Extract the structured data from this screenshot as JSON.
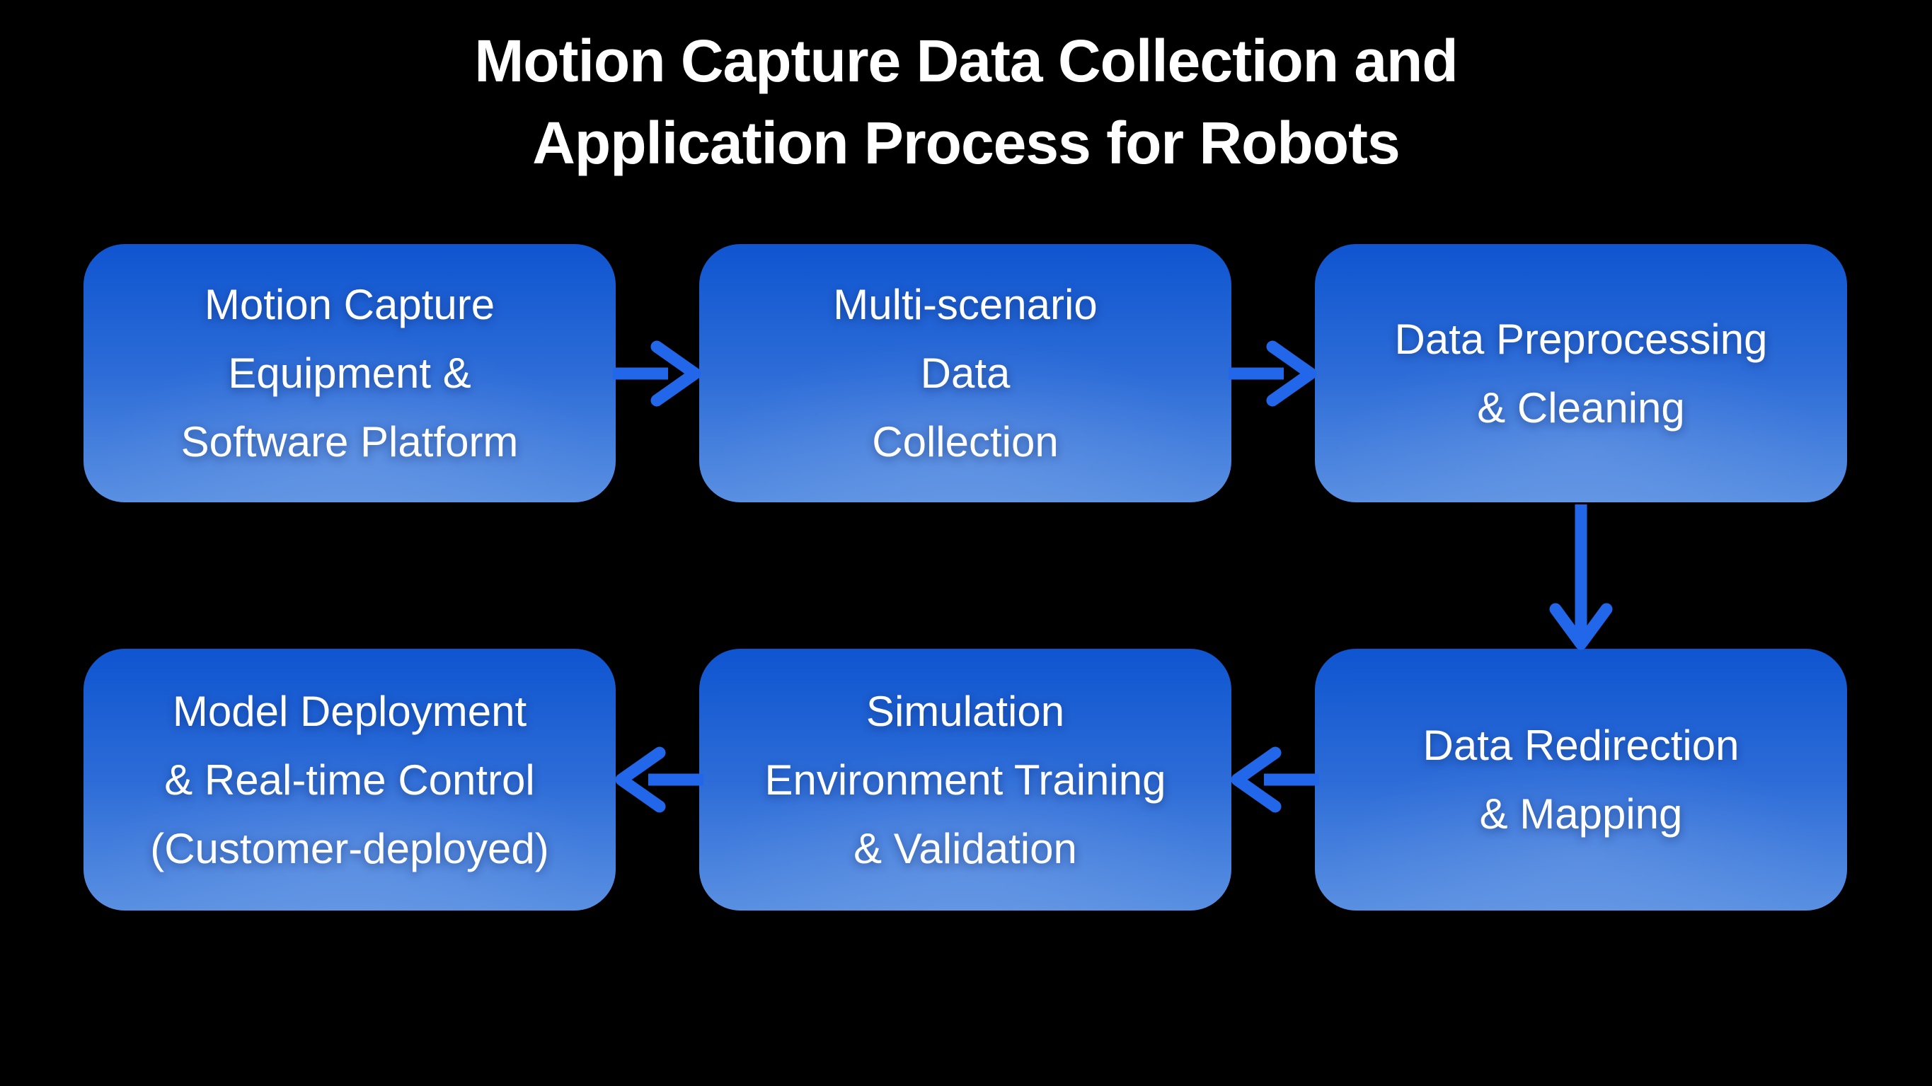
{
  "title": {
    "lines": [
      "Motion Capture Data Collection and",
      "Application Process for Robots"
    ]
  },
  "nodes": [
    {
      "id": "mocap-equipment-software",
      "lines": [
        "Motion Capture",
        "Equipment &",
        "Software Platform"
      ]
    },
    {
      "id": "multi-scenario-data-collection",
      "lines": [
        "Multi-scenario",
        "Data",
        "Collection"
      ]
    },
    {
      "id": "data-preprocessing-cleaning",
      "lines": [
        "Data Preprocessing",
        "& Cleaning"
      ]
    },
    {
      "id": "data-redirection-mapping",
      "lines": [
        "Data Redirection",
        "& Mapping"
      ]
    },
    {
      "id": "simulation-training-validation",
      "lines": [
        "Simulation",
        "Environment Training",
        "& Validation"
      ]
    },
    {
      "id": "model-deployment-control",
      "lines": [
        "Model Deployment",
        "& Real-time Control",
        "(Customer-deployed)"
      ]
    }
  ],
  "edges": [
    {
      "from": "mocap-equipment-software",
      "to": "multi-scenario-data-collection",
      "direction": "right"
    },
    {
      "from": "multi-scenario-data-collection",
      "to": "data-preprocessing-cleaning",
      "direction": "right"
    },
    {
      "from": "data-preprocessing-cleaning",
      "to": "data-redirection-mapping",
      "direction": "down"
    },
    {
      "from": "data-redirection-mapping",
      "to": "simulation-training-validation",
      "direction": "left"
    },
    {
      "from": "simulation-training-validation",
      "to": "model-deployment-control",
      "direction": "left"
    }
  ],
  "colors": {
    "background": "#000000",
    "box_gradient_top": "#0f55d0",
    "box_gradient_bottom": "#5a90e2",
    "arrow": "#2267ea",
    "text": "#ffffff"
  }
}
